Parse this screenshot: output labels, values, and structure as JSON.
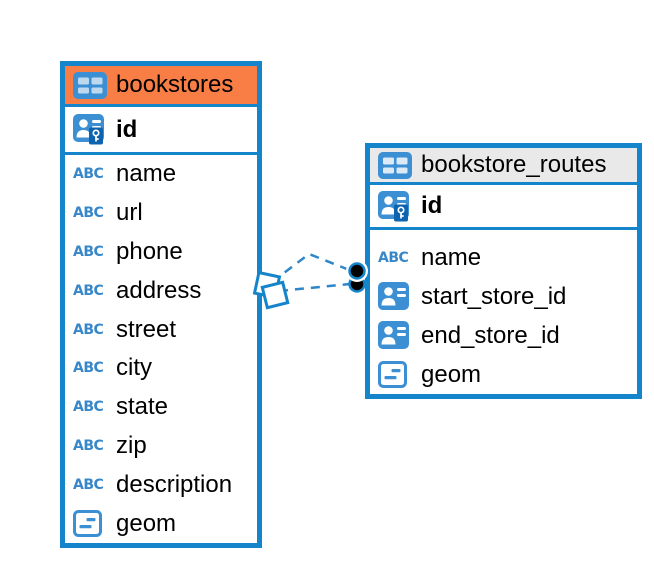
{
  "diagram": {
    "icons": {
      "text_type_label": "ABC"
    },
    "colors": {
      "table_border": "#1585cb",
      "bookstores_header": "#f97e45",
      "routes_header": "#e9e9e9",
      "icon_blue": "#3d8fd4",
      "key_badge_blue": "#0e63ae",
      "relationship_line": "#2e86c8",
      "marker_dot": "#000000"
    },
    "tables": [
      {
        "name": "bookstores",
        "primary_key": "id",
        "columns": [
          {
            "name": "name",
            "type": "text"
          },
          {
            "name": "url",
            "type": "text"
          },
          {
            "name": "phone",
            "type": "text"
          },
          {
            "name": "address",
            "type": "text"
          },
          {
            "name": "street",
            "type": "text"
          },
          {
            "name": "city",
            "type": "text"
          },
          {
            "name": "state",
            "type": "text"
          },
          {
            "name": "zip",
            "type": "text"
          },
          {
            "name": "description",
            "type": "text"
          },
          {
            "name": "geom",
            "type": "geometry"
          }
        ]
      },
      {
        "name": "bookstore_routes",
        "primary_key": "id",
        "columns": [
          {
            "name": "name",
            "type": "text"
          },
          {
            "name": "start_store_id",
            "type": "reference"
          },
          {
            "name": "end_store_id",
            "type": "reference"
          },
          {
            "name": "geom",
            "type": "geometry"
          }
        ]
      }
    ],
    "connection": {
      "style": "dashed",
      "from_table": "bookstores",
      "to_table": "bookstore_routes"
    }
  }
}
